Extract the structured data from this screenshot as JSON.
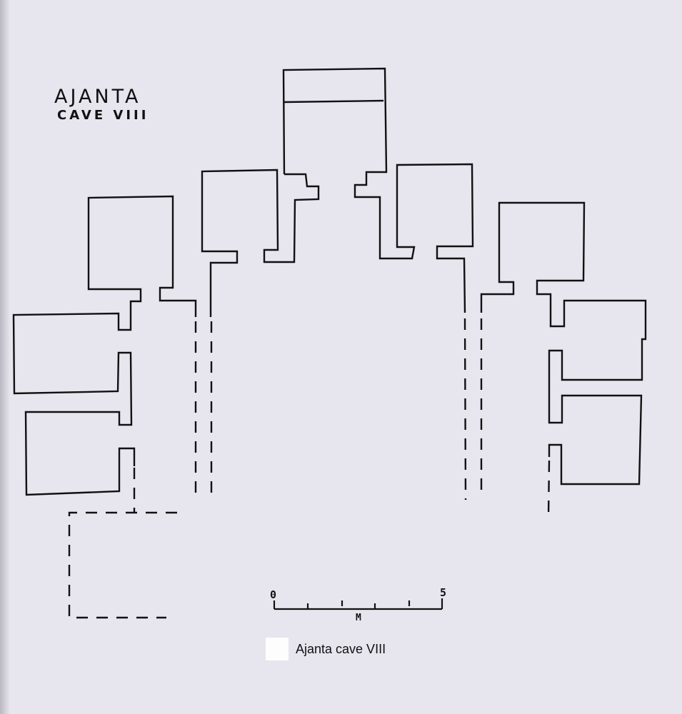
{
  "title": {
    "line1": "AJANTA",
    "line2": "CAVE VIII"
  },
  "scale_bar": {
    "start_label": "0",
    "end_label": "5",
    "unit_label": "M",
    "ticks": 6
  },
  "legend": {
    "swatch_color": "#fdfdfd",
    "label": "Ajanta cave VIII"
  },
  "colors": {
    "background": "#e7e5ee",
    "ink": "#111111"
  }
}
